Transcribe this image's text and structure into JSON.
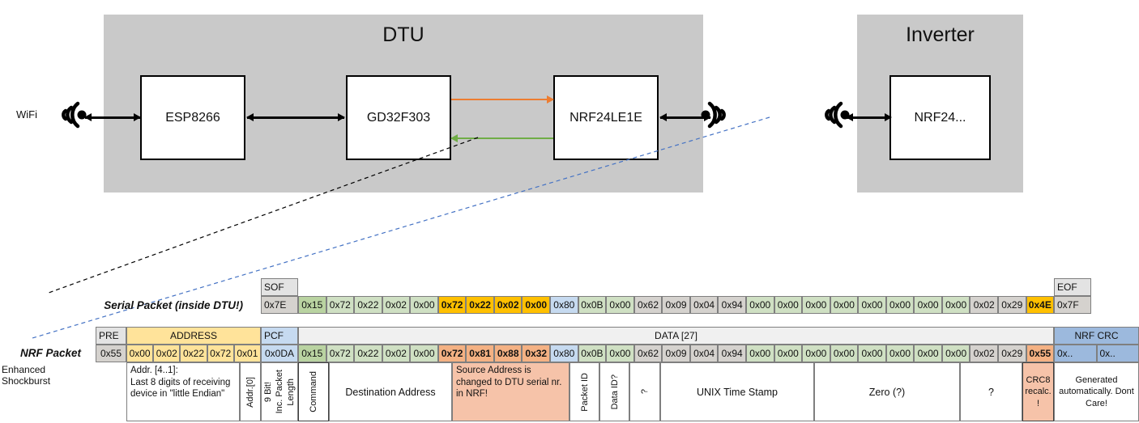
{
  "diagram": {
    "dtu": {
      "title": "DTU",
      "chips": [
        {
          "label": "ESP8266"
        },
        {
          "label": "GD32F303"
        },
        {
          "label": "NRF24LE1E"
        }
      ],
      "wifi_label": "WiFi",
      "arrow_orange": "orange-arrow-gd32-to-nrf",
      "arrow_green": "green-arrow-nrf-to-gd32"
    },
    "inverter": {
      "title": "Inverter",
      "chips": [
        {
          "label": "NRF24..."
        }
      ]
    }
  },
  "serial_packet": {
    "row_label": "Serial Packet (inside DTU!)",
    "sof_header": "SOF",
    "sof_value": "0x7E",
    "eof_header": "EOF",
    "eof_value": "0x7F",
    "bytes": [
      {
        "v": "0x15",
        "c": "green-dark"
      },
      {
        "v": "0x72",
        "c": "green"
      },
      {
        "v": "0x22",
        "c": "green"
      },
      {
        "v": "0x02",
        "c": "green"
      },
      {
        "v": "0x00",
        "c": "green"
      },
      {
        "v": "0x72",
        "c": "yellow"
      },
      {
        "v": "0x22",
        "c": "yellow"
      },
      {
        "v": "0x02",
        "c": "yellow"
      },
      {
        "v": "0x00",
        "c": "yellow"
      },
      {
        "v": "0x80",
        "c": "blue"
      },
      {
        "v": "0x0B",
        "c": "green"
      },
      {
        "v": "0x00",
        "c": "green"
      },
      {
        "v": "0x62",
        "c": "grey"
      },
      {
        "v": "0x09",
        "c": "grey"
      },
      {
        "v": "0x04",
        "c": "grey"
      },
      {
        "v": "0x94",
        "c": "grey"
      },
      {
        "v": "0x00",
        "c": "green"
      },
      {
        "v": "0x00",
        "c": "green"
      },
      {
        "v": "0x00",
        "c": "green"
      },
      {
        "v": "0x00",
        "c": "green"
      },
      {
        "v": "0x00",
        "c": "green"
      },
      {
        "v": "0x00",
        "c": "green"
      },
      {
        "v": "0x00",
        "c": "green"
      },
      {
        "v": "0x00",
        "c": "green"
      },
      {
        "v": "0x02",
        "c": "grey"
      },
      {
        "v": "0x29",
        "c": "grey"
      },
      {
        "v": "0x4E",
        "c": "yellow"
      }
    ]
  },
  "nrf_packet": {
    "row_label": "NRF Packet",
    "row_sublabel": "Enhanced Shockburst",
    "headers": {
      "pre": "PRE",
      "address": "ADDRESS",
      "pcf": "PCF",
      "data": "DATA [27]",
      "crc": "NRF CRC"
    },
    "pre_value": "0x55",
    "address_values": [
      "0x00",
      "0x02",
      "0x22",
      "0x72",
      "0x01"
    ],
    "pcf_value": "0x0DA",
    "bytes": [
      {
        "v": "0x15",
        "c": "green-dark"
      },
      {
        "v": "0x72",
        "c": "green"
      },
      {
        "v": "0x22",
        "c": "green"
      },
      {
        "v": "0x02",
        "c": "green"
      },
      {
        "v": "0x00",
        "c": "green"
      },
      {
        "v": "0x72",
        "c": "salmon-strong"
      },
      {
        "v": "0x81",
        "c": "salmon-strong"
      },
      {
        "v": "0x88",
        "c": "salmon-strong"
      },
      {
        "v": "0x32",
        "c": "salmon-strong"
      },
      {
        "v": "0x80",
        "c": "blue"
      },
      {
        "v": "0x0B",
        "c": "green"
      },
      {
        "v": "0x00",
        "c": "green"
      },
      {
        "v": "0x62",
        "c": "grey"
      },
      {
        "v": "0x09",
        "c": "grey"
      },
      {
        "v": "0x04",
        "c": "grey"
      },
      {
        "v": "0x94",
        "c": "grey"
      },
      {
        "v": "0x00",
        "c": "green"
      },
      {
        "v": "0x00",
        "c": "green"
      },
      {
        "v": "0x00",
        "c": "green"
      },
      {
        "v": "0x00",
        "c": "green"
      },
      {
        "v": "0x00",
        "c": "green"
      },
      {
        "v": "0x00",
        "c": "green"
      },
      {
        "v": "0x00",
        "c": "green"
      },
      {
        "v": "0x00",
        "c": "green"
      },
      {
        "v": "0x02",
        "c": "grey"
      },
      {
        "v": "0x29",
        "c": "grey"
      },
      {
        "v": "0x55",
        "c": "salmon-strong"
      }
    ],
    "crc_values": [
      "0x..",
      "0x.."
    ]
  },
  "annotations": {
    "address_note": "Addr. [4..1]:\nLast 8 digits of receiving device in \"little Endian\"",
    "addr0": "Addr.[0]",
    "pcf_note_1": "9 Bit!",
    "pcf_note_2": "Inc. Packet",
    "pcf_note_3": "Length",
    "command": "Command",
    "destination_address": "Destination Address",
    "source_address_note": "Source Address is changed to DTU serial nr. in NRF!",
    "packet_id": "Packet ID",
    "data_id": "Data ID?",
    "unknown_1": "?",
    "unix_time_stamp": "UNIX Time Stamp",
    "zero": "Zero (?)",
    "unknown_2": "?",
    "crc8_note": "CRC8 recalc. !",
    "crc_note": "Generated automatically. Dont Care!"
  },
  "colors": {
    "enclosure": "#c9c9c9",
    "orange_arrow": "#ed7d31",
    "green_arrow": "#70ad47",
    "leader_black": "#000000",
    "leader_blue": "#4472c4",
    "highlight_yellow": "#ffc000",
    "highlight_salmon": "#f4b183",
    "crc_blue": "#9cb9dd"
  }
}
